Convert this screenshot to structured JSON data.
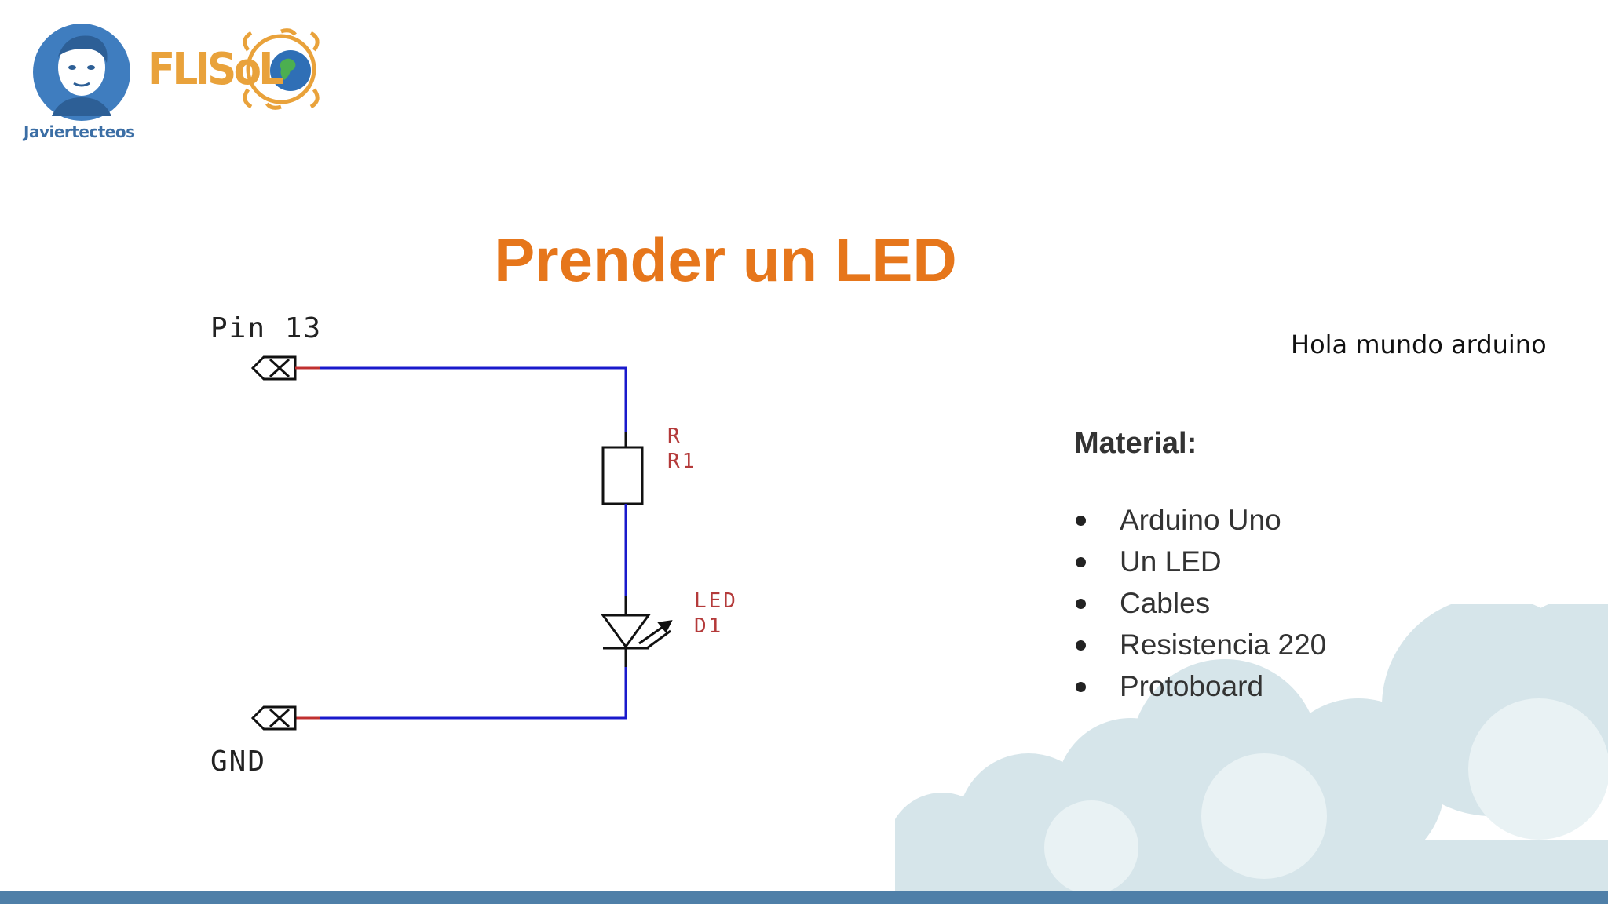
{
  "branding": {
    "author_caption": "Javiertecteos",
    "event_logo_text": "FLISoL",
    "icons": [
      "avatar-portrait",
      "flisol-globe-logo"
    ]
  },
  "slide": {
    "title": "Prender un LED",
    "subtitle": "Hola mundo arduino"
  },
  "material": {
    "heading": "Material:",
    "items": [
      "Arduino Uno",
      "Un LED",
      "Cables",
      "Resistencia 220",
      "Protoboard"
    ]
  },
  "schematic": {
    "input_pin": "Pin 13",
    "ground_pin": "GND",
    "resistor": {
      "type": "R",
      "ref": "R1"
    },
    "led": {
      "type": "LED",
      "ref": "D1"
    }
  },
  "colors": {
    "title": "#e6761b",
    "wire": "#1a1acc",
    "component_label": "#b43a3a",
    "bottom_bar": "#4f7fa8",
    "cloud": "#d6e5ea"
  }
}
